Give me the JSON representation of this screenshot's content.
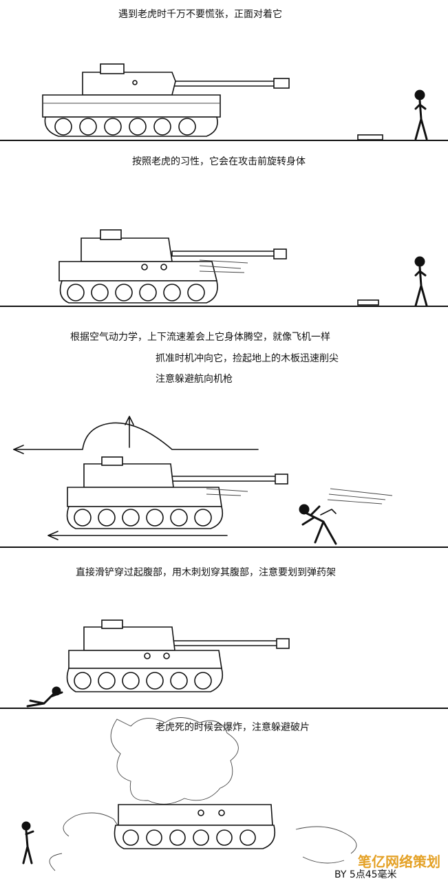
{
  "captions": {
    "p1": "遇到老虎时千万不要慌张，正面对着它",
    "p2": "按照老虎的习性，它会在攻击前旋转身体",
    "p3_line1": "根据空气动力学，上下流速差会上它身体腾空，就像飞机一样",
    "p3_line2": "抓准时机冲向它，捡起地上的木板迅速削尖",
    "p3_line3": "注意躲避航向机枪",
    "p4": "直接滑铲穿过起腹部，用木刺划穿其腹部，注意要划到弹药架",
    "p5": "老虎死的时候会爆炸，注意躲避破片"
  },
  "credit": "BY 5点45毫米",
  "watermark": "笔亿网络策划",
  "colors": {
    "ink": "#111111",
    "watermark": "#e39c1a"
  }
}
